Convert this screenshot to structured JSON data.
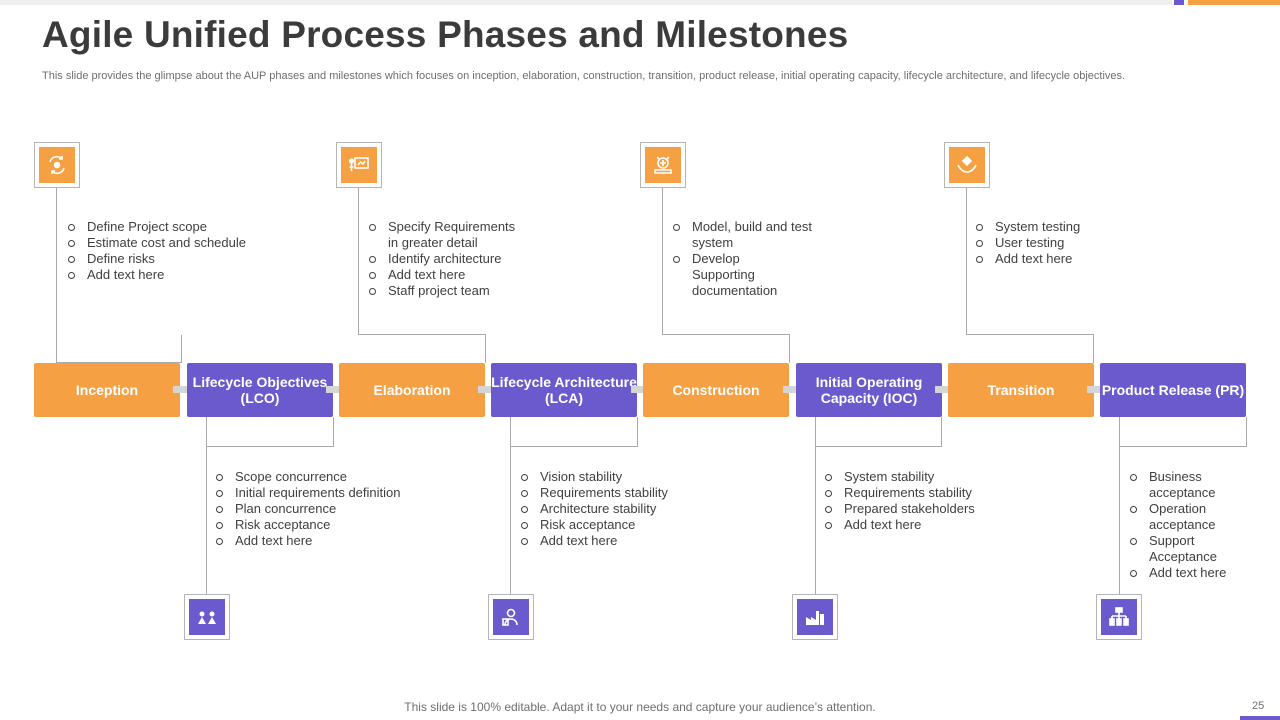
{
  "slide": {
    "title": "Agile Unified Process Phases and Milestones",
    "subtitle": "This slide provides the glimpse about the AUP  phases and milestones which focuses on inception, elaboration, construction, transition, product release, initial operating capacity, lifecycle architecture, and lifecycle objectives.",
    "footer": "This slide is 100% editable. Adapt it to your needs and capture your audience’s attention.",
    "page_number": "25"
  },
  "colors": {
    "orange": "#f5a043",
    "purple": "#6a5acd",
    "connector": "#a9a9a9"
  },
  "phases": [
    {
      "label": "Inception",
      "color": "orange"
    },
    {
      "label": "Lifecycle Objectives (LCO)",
      "color": "purple"
    },
    {
      "label": "Elaboration",
      "color": "orange"
    },
    {
      "label": "Lifecycle Architecture (LCA)",
      "color": "purple"
    },
    {
      "label": "Construction",
      "color": "orange"
    },
    {
      "label": "Initial Operating Capacity (IOC)",
      "color": "purple"
    },
    {
      "label": "Transition",
      "color": "orange"
    },
    {
      "label": "Product Release (PR)",
      "color": "purple"
    }
  ],
  "phase_bullets": {
    "inception": [
      "Define Project scope",
      "Estimate cost and schedule",
      "Define  risks",
      "Add text here"
    ],
    "elaboration": [
      "Specify Requirements in greater detail",
      "Identify architecture",
      "Add text here",
      "Staff project team"
    ],
    "construction": [
      "Model, build and test system",
      "Develop Supporting documentation"
    ],
    "transition": [
      "System testing",
      "User testing",
      "Add text here"
    ]
  },
  "milestone_bullets": {
    "lco": [
      "Scope concurrence",
      "Initial requirements definition",
      "Plan concurrence",
      "Risk acceptance",
      "Add text here"
    ],
    "lca": [
      "Vision stability",
      "Requirements  stability",
      "Architecture stability",
      "Risk acceptance",
      "Add text here"
    ],
    "ioc": [
      "System stability",
      "Requirements  stability",
      "Prepared stakeholders",
      "Add text here"
    ],
    "pr": [
      "Business acceptance",
      "Operation acceptance",
      "Support Acceptance",
      "Add text here"
    ]
  },
  "icons": {
    "inception": "cycle-gear-icon",
    "elaboration": "presentation-board-icon",
    "construction": "building-plan-icon",
    "transition": "hands-exchange-icon",
    "lco": "team-people-icon",
    "lca": "engineer-icon",
    "ioc": "factory-icon",
    "pr": "organization-chart-icon"
  }
}
